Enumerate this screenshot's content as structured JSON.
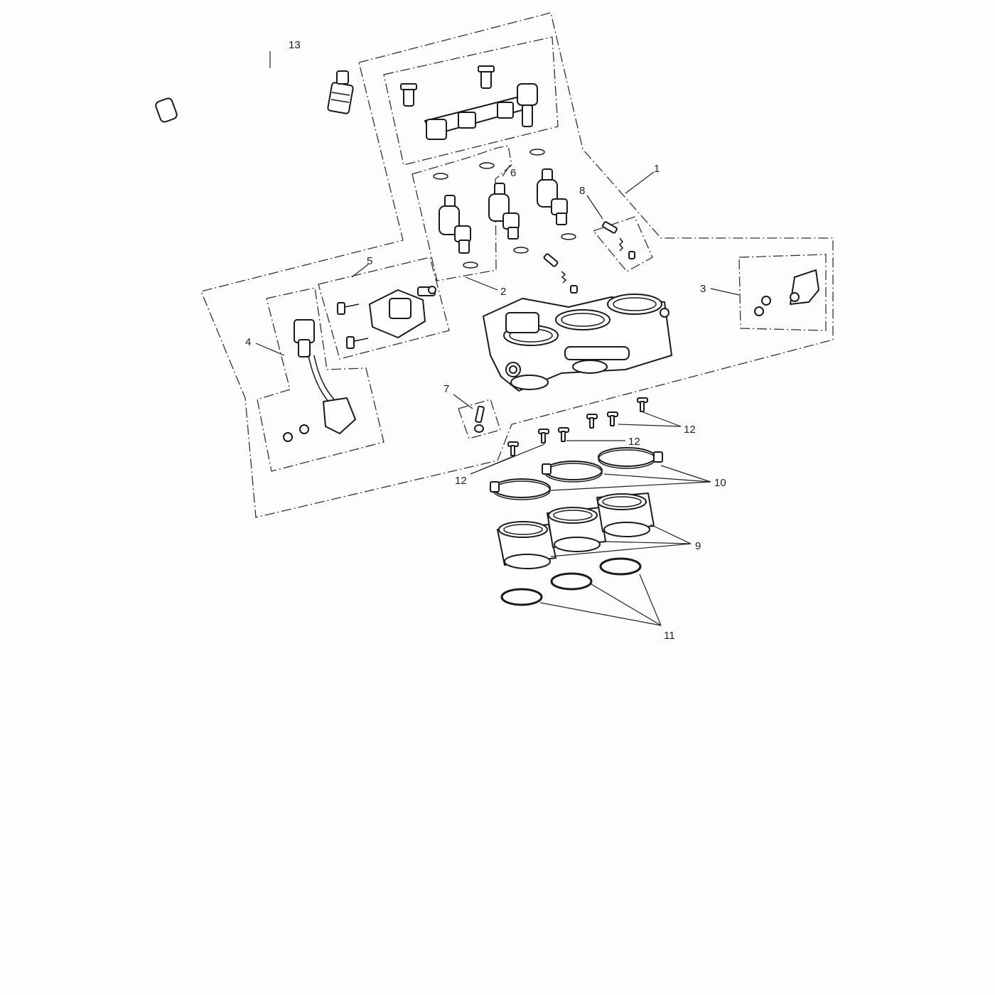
{
  "diagram": {
    "callouts": [
      {
        "id": "c1",
        "text": "1"
      },
      {
        "id": "c2",
        "text": "2"
      },
      {
        "id": "c3",
        "text": "3"
      },
      {
        "id": "c4",
        "text": "4"
      },
      {
        "id": "c5",
        "text": "5"
      },
      {
        "id": "c6",
        "text": "6"
      },
      {
        "id": "c7",
        "text": "7"
      },
      {
        "id": "c8",
        "text": "8"
      },
      {
        "id": "c9",
        "text": "9"
      },
      {
        "id": "c10",
        "text": "10"
      },
      {
        "id": "c11",
        "text": "11"
      },
      {
        "id": "c12a",
        "text": "12"
      },
      {
        "id": "c12b",
        "text": "12"
      },
      {
        "id": "c12c",
        "text": "12"
      },
      {
        "id": "c13",
        "text": "13"
      }
    ]
  }
}
